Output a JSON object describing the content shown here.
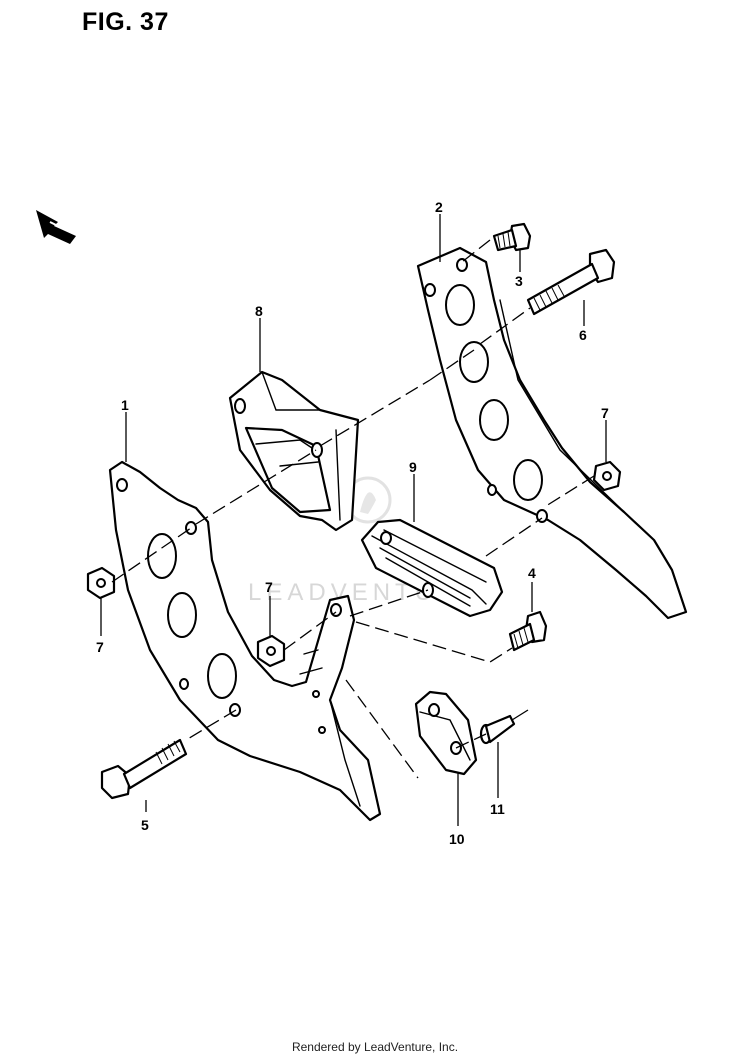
{
  "figure": {
    "title": "FIG. 37"
  },
  "watermark": "LEADVENTURE",
  "callouts": [
    {
      "id": "callout-1",
      "label": "1"
    },
    {
      "id": "callout-2",
      "label": "2"
    },
    {
      "id": "callout-3",
      "label": "3"
    },
    {
      "id": "callout-4",
      "label": "4"
    },
    {
      "id": "callout-5",
      "label": "5"
    },
    {
      "id": "callout-6",
      "label": "6"
    },
    {
      "id": "callout-7a",
      "label": "7"
    },
    {
      "id": "callout-7b",
      "label": "7"
    },
    {
      "id": "callout-7c",
      "label": "7"
    },
    {
      "id": "callout-8",
      "label": "8"
    },
    {
      "id": "callout-9",
      "label": "9"
    },
    {
      "id": "callout-10",
      "label": "10"
    },
    {
      "id": "callout-11",
      "label": "11"
    }
  ],
  "footer": "Rendered by LeadVenture, Inc."
}
